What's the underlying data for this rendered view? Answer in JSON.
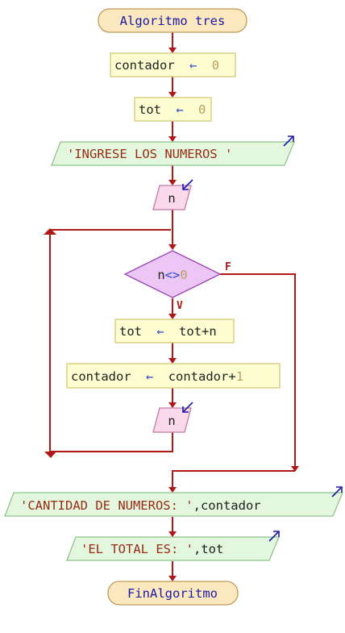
{
  "colors": {
    "connector": "#b01818",
    "terminal_fill": "#fce8bf",
    "terminal_stroke": "#c09a58",
    "process_fill": "#fdfdd2",
    "process_stroke": "#d4c979",
    "output_fill": "#e2f7dd",
    "output_stroke": "#8fc48a",
    "input_fill": "#fad9ea",
    "input_stroke": "#c27aa4",
    "decision_fill": "#ecc7f5",
    "decision_stroke": "#9b44b3",
    "keyword_text": "#1a1aaa",
    "string_text": "#9a2b16",
    "number_text": "#b8a060",
    "operator_text": "#2b48c8",
    "io_arrow_icon": "#1a1aaa"
  },
  "start": {
    "label": "Algoritmo tres"
  },
  "assign_contador": {
    "var": "contador",
    "op": "←",
    "value": "0"
  },
  "assign_tot": {
    "var": "tot",
    "op": "←",
    "value": "0"
  },
  "output_prompt": {
    "text": "'INGRESE LOS NUMEROS '",
    "icon": "output-arrow-icon"
  },
  "read_n_1": {
    "text": "n",
    "icon": "input-arrow-icon"
  },
  "loop_condition": {
    "left": "n",
    "op": "<>",
    "right": "0",
    "true_label": "V",
    "false_label": "F"
  },
  "assign_tot_sum": {
    "var": "tot",
    "op": "←",
    "expr": "tot+n"
  },
  "assign_contador_inc": {
    "var": "contador",
    "op": "←",
    "expr": "contador+",
    "num": "1"
  },
  "read_n_2": {
    "text": "n",
    "icon": "input-arrow-icon"
  },
  "output_count": {
    "string": "'CANTIDAD DE NUMEROS: '",
    "rest": ",contador",
    "icon": "output-arrow-icon"
  },
  "output_total": {
    "string": "'EL TOTAL ES: '",
    "rest": ",tot",
    "icon": "output-arrow-icon"
  },
  "end": {
    "label": "FinAlgoritmo"
  }
}
